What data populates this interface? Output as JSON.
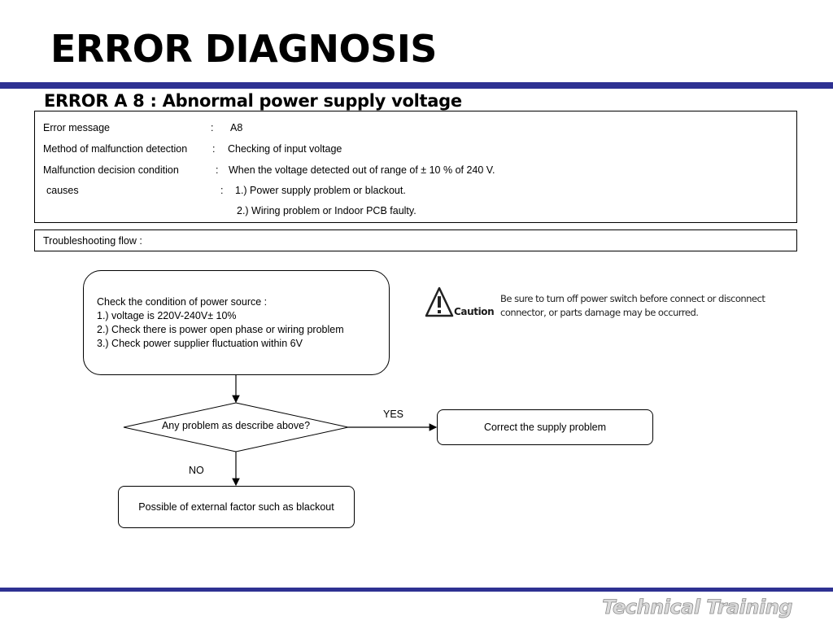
{
  "slide": {
    "title": "ERROR DIAGNOSIS",
    "subtitle": "ERROR A 8 : Abnormal power supply voltage",
    "footer": "Technical Training",
    "accent_color": "#2e3192"
  },
  "info": {
    "error_message": {
      "label": "Error message",
      "sep": ":",
      "value": "A8"
    },
    "method": {
      "label": "Method of malfunction detection",
      "sep": ":",
      "value": "Checking of input voltage"
    },
    "decision": {
      "label": "Malfunction decision condition",
      "sep": ":",
      "value": "When the voltage detected out of range of ± 10 % of 240 V."
    },
    "causes": {
      "label": "causes",
      "sep": ":",
      "values": [
        "1.) Power supply problem or blackout.",
        "2.) Wiring problem or Indoor PCB faulty."
      ]
    }
  },
  "troubleshooting_label": "Troubleshooting flow  :",
  "flowchart": {
    "check_box": {
      "lines": [
        "Check the condition of power source :",
        "1.) voltage is 220V-240V± 10%",
        "2.) Check there is power open phase or wiring problem",
        "3.) Check power supplier fluctuation within 6V"
      ]
    },
    "decision": "Any problem as describe above?",
    "yes_label": "YES",
    "no_label": "NO",
    "yes_action": "Correct the supply problem",
    "no_action": "Possible of external factor such as blackout"
  },
  "caution": {
    "icon": "warning-triangle-icon",
    "word": "Caution",
    "text": "Be sure to turn off power switch before connect or disconnect connector, or parts damage may be occurred."
  }
}
